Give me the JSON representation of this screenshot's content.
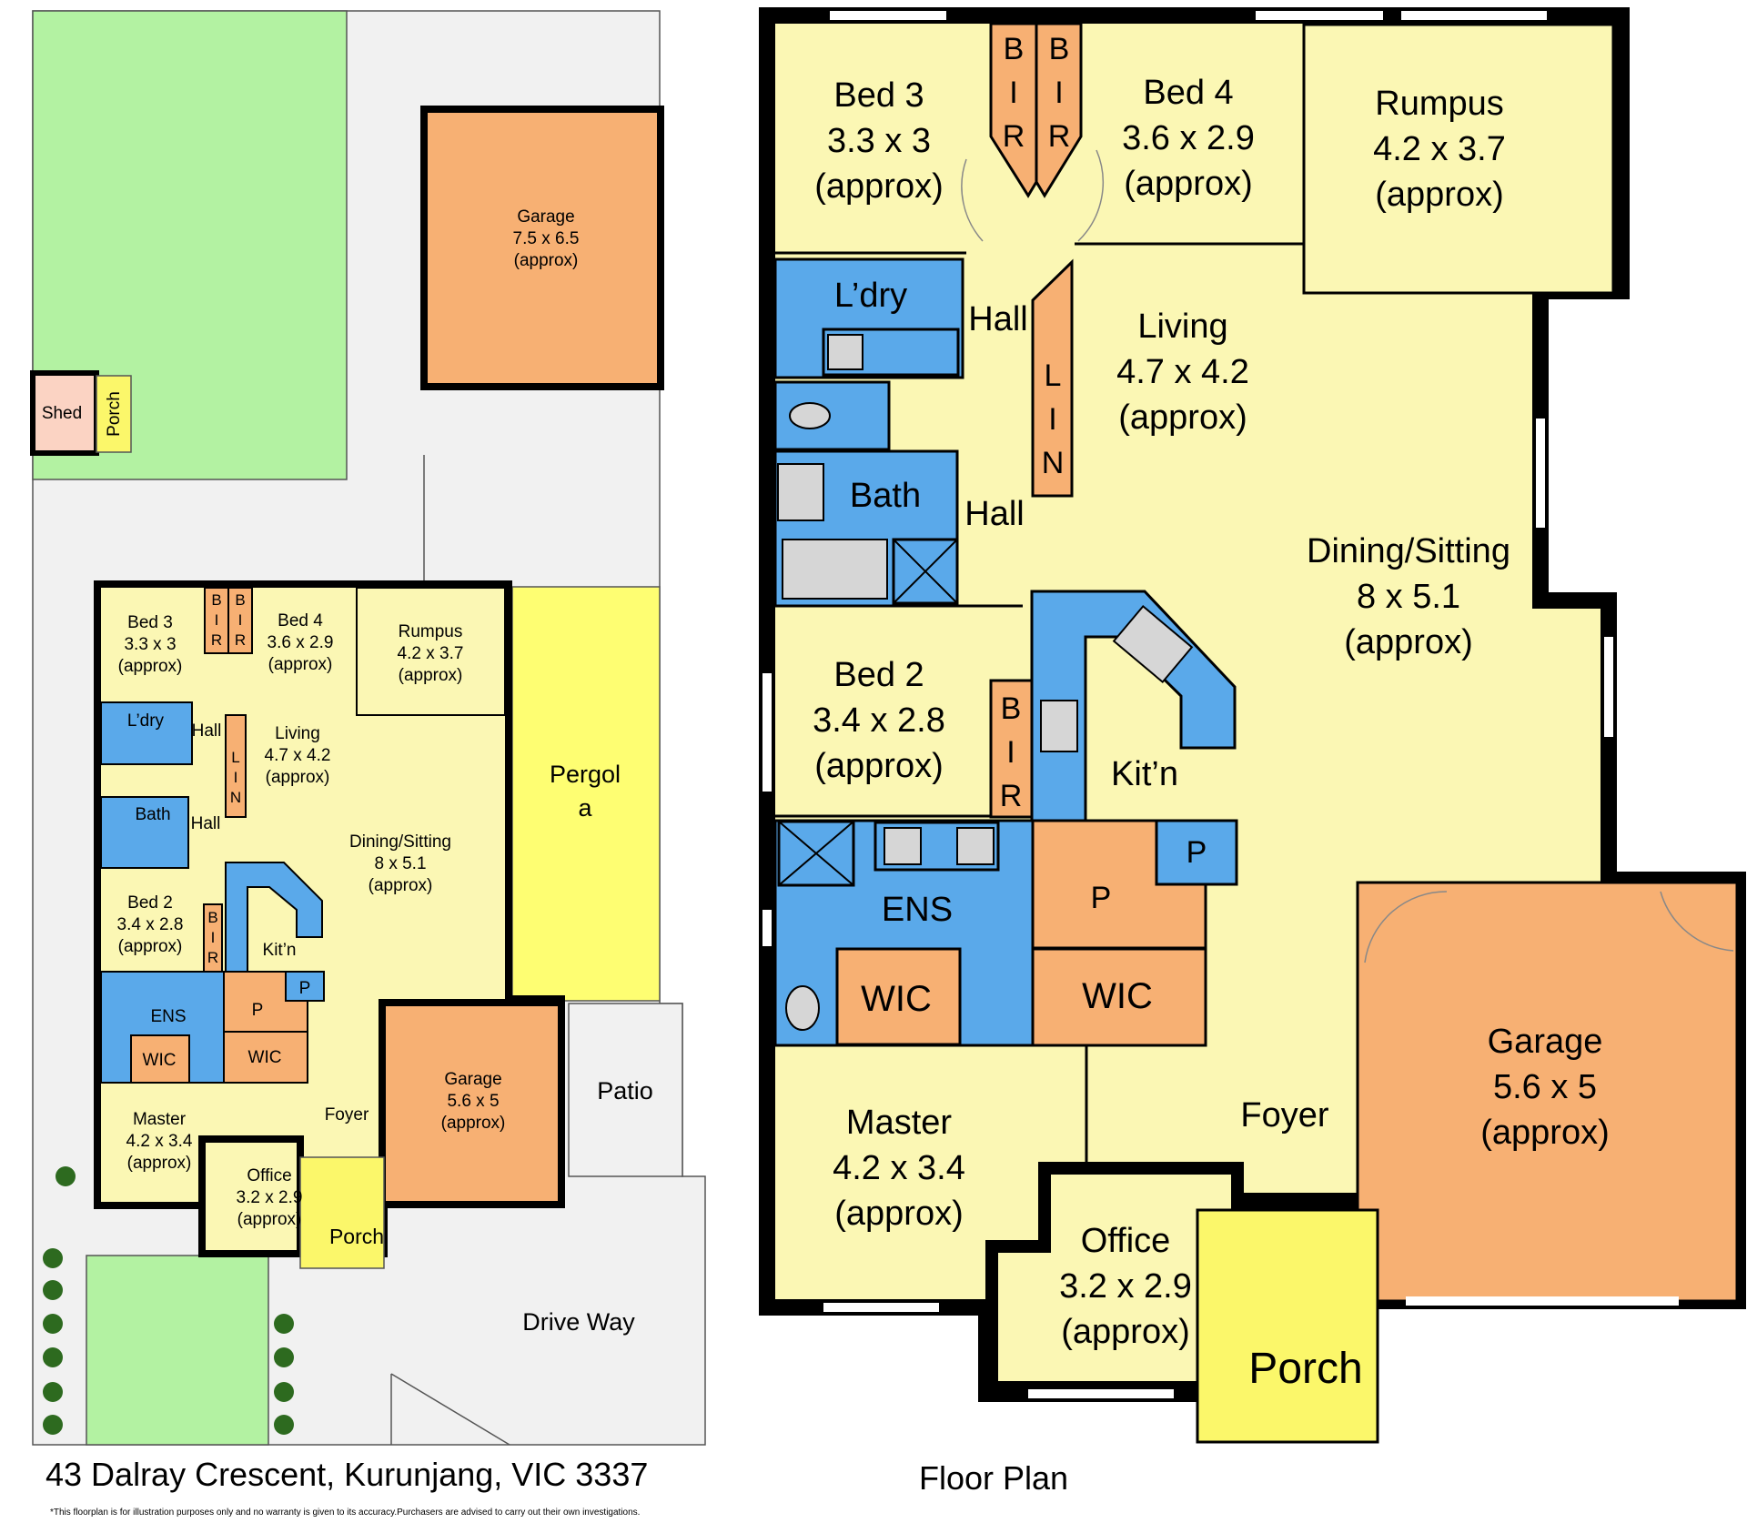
{
  "colors": {
    "room": "#fbf7b4",
    "wet": "#5aa9ea",
    "storage": "#f7b073",
    "garage": "#f7b073",
    "lawn": "#b3f2a2",
    "pergola": "#fefe72",
    "porch": "#fbf76a",
    "paving": "#f1f1f1",
    "wall": "#000000",
    "fixture": "#d6d6d6"
  },
  "site_plan": {
    "garage": {
      "name": "Garage",
      "size": "7.5 x 6.5",
      "note": "(approx)"
    },
    "shed": {
      "name": "Shed"
    },
    "shed_porch": {
      "name": "Porch"
    },
    "bed3": {
      "name": "Bed 3",
      "size": "3.3 x 3",
      "note": "(approx)"
    },
    "bed4": {
      "name": "Bed 4",
      "size": "3.6 x 2.9",
      "note": "(approx)"
    },
    "bir_left": {
      "letters": [
        "B",
        "I",
        "R"
      ]
    },
    "bir_right": {
      "letters": [
        "B",
        "I",
        "R"
      ]
    },
    "rumpus": {
      "name": "Rumpus",
      "size": "4.2 x 3.7",
      "note": "(approx)"
    },
    "laundry": {
      "name": "L’dry"
    },
    "hall_upper": {
      "name": "Hall"
    },
    "hall_lower": {
      "name": "Hall"
    },
    "linen": {
      "letters": [
        "L",
        "I",
        "N"
      ]
    },
    "living": {
      "name": "Living",
      "size": "4.7 x 4.2",
      "note": "(approx)"
    },
    "bath": {
      "name": "Bath"
    },
    "dining": {
      "name": "Dining/Sitting",
      "size": "8 x 5.1",
      "note": "(approx)"
    },
    "pergola": {
      "line1": "Pergol",
      "line2": "a"
    },
    "bed2": {
      "name": "Bed 2",
      "size": "3.4 x 2.8",
      "note": "(approx)"
    },
    "bed2_bir": {
      "letters": [
        "B",
        "I",
        "R"
      ]
    },
    "kitchen": {
      "name": "Kit’n"
    },
    "ens": {
      "name": "ENS"
    },
    "pantry_small": {
      "name": "P"
    },
    "pantry": {
      "name": "P"
    },
    "wic_left": {
      "name": "WIC"
    },
    "wic_right": {
      "name": "WIC"
    },
    "garage_main": {
      "name": "Garage",
      "size": "5.6 x 5",
      "note": "(approx)"
    },
    "patio": {
      "name": "Patio"
    },
    "master": {
      "name": "Master",
      "size": "4.2 x 3.4",
      "note": "(approx)"
    },
    "foyer": {
      "name": "Foyer"
    },
    "office": {
      "name": "Office",
      "size": "3.2 x 2.9",
      "note": "(approx)"
    },
    "porch": {
      "name": "Porch"
    },
    "driveway": {
      "name": "Drive Way"
    }
  },
  "floor_plan": {
    "bed3": {
      "name": "Bed 3",
      "size": "3.3 x 3",
      "note": "(approx)"
    },
    "bir_left": {
      "letters": [
        "B",
        "I",
        "R"
      ]
    },
    "bir_right": {
      "letters": [
        "B",
        "I",
        "R"
      ]
    },
    "bed4": {
      "name": "Bed 4",
      "size": "3.6 x 2.9",
      "note": "(approx)"
    },
    "rumpus": {
      "name": "Rumpus",
      "size": "4.2 x 3.7",
      "note": "(approx)"
    },
    "laundry": {
      "name": "L’dry"
    },
    "hall_upper": {
      "name": "Hall"
    },
    "living": {
      "name": "Living",
      "size": "4.7 x 4.2",
      "note": "(approx)"
    },
    "linen": {
      "letters": [
        "L",
        "I",
        "N"
      ]
    },
    "bath": {
      "name": "Bath"
    },
    "hall_lower": {
      "name": "Hall"
    },
    "dining": {
      "name": "Dining/Sitting",
      "size": "8 x 5.1",
      "note": "(approx)"
    },
    "bed2": {
      "name": "Bed 2",
      "size": "3.4 x 2.8",
      "note": "(approx)"
    },
    "bed2_bir": {
      "letters": [
        "B",
        "I",
        "R"
      ]
    },
    "kitchen": {
      "name": "Kit’n"
    },
    "pantry_small": {
      "name": "P"
    },
    "ens": {
      "name": "ENS"
    },
    "pantry": {
      "name": "P"
    },
    "wic_left": {
      "name": "WIC"
    },
    "wic_right": {
      "name": "WIC"
    },
    "garage": {
      "name": "Garage",
      "size": "5.6 x 5",
      "note": "(approx)"
    },
    "master": {
      "name": "Master",
      "size": "4.2 x 3.4",
      "note": "(approx)"
    },
    "foyer": {
      "name": "Foyer"
    },
    "office": {
      "name": "Office",
      "size": "3.2 x 2.9",
      "note": "(approx)"
    },
    "porch": {
      "name": "Porch"
    }
  },
  "footer": {
    "address": "43 Dalray Crescent, Kurunjang, VIC 3337",
    "caption": "Floor Plan",
    "disclaimer": "*This floorplan is for illustration purposes only and no warranty is given to its accuracy.Purchasers are advised to carry out their own investigations."
  }
}
